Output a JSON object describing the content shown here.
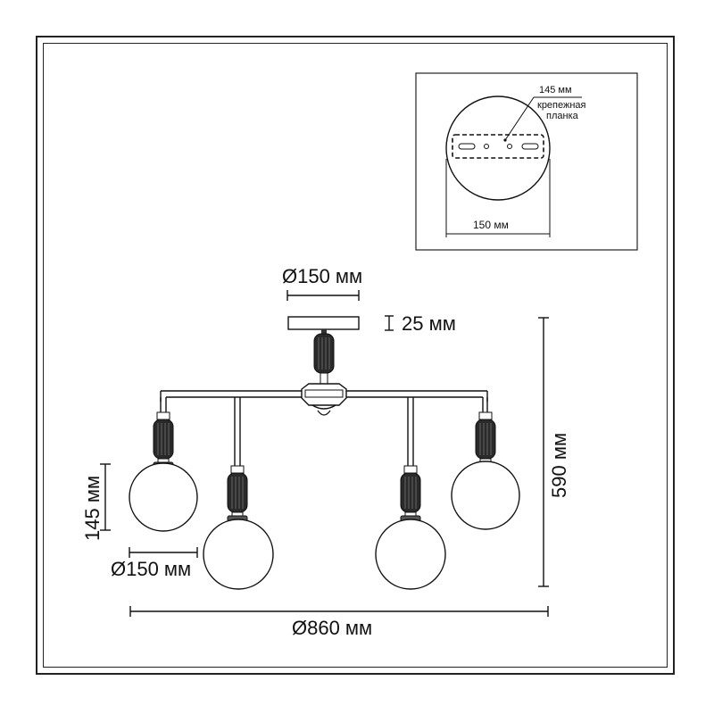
{
  "inset": {
    "depth_label": "145 мм",
    "plate_label_line1": "крепежная",
    "plate_label_line2": "планка",
    "width_label": "150 мм"
  },
  "dimensions": {
    "canopy_diameter": "Ø150 мм",
    "canopy_height": "25 мм",
    "total_height": "590 мм",
    "shade_height": "145 мм",
    "shade_diameter": "Ø150 мм",
    "total_diameter": "Ø860 мм"
  }
}
